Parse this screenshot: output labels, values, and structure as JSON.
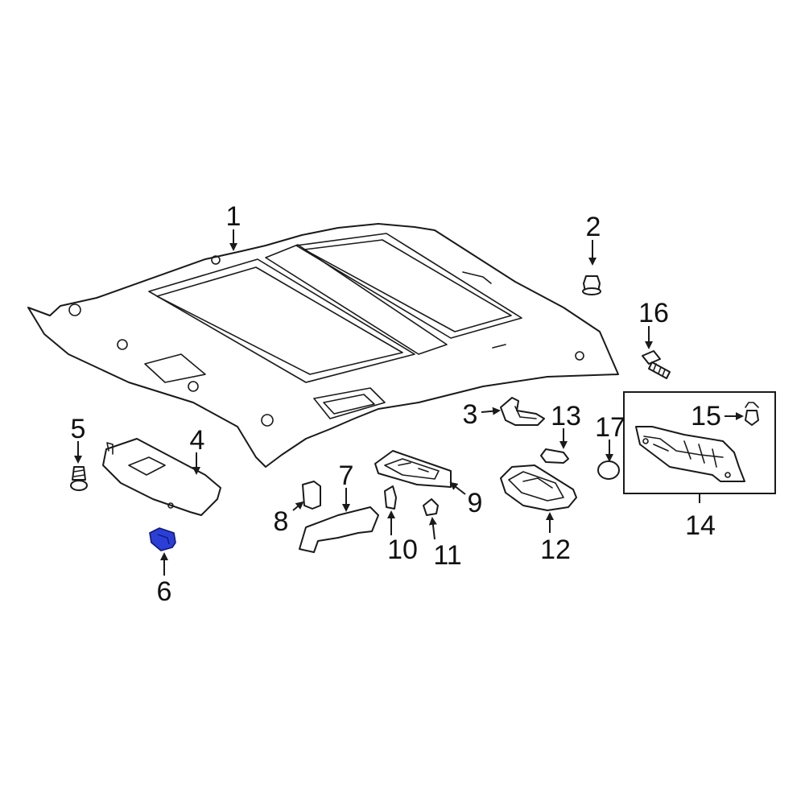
{
  "colors": {
    "line": "#1a1a1a",
    "highlight": "#2b3fd6",
    "background": "#ffffff"
  },
  "callouts": {
    "c1": "1",
    "c2": "2",
    "c3": "3",
    "c4": "4",
    "c5": "5",
    "c6": "6",
    "c7": "7",
    "c8": "8",
    "c9": "9",
    "c10": "10",
    "c11": "11",
    "c12": "12",
    "c13": "13",
    "c14": "14",
    "c15": "15",
    "c16": "16",
    "c17": "17"
  },
  "highlighted_part": "6"
}
